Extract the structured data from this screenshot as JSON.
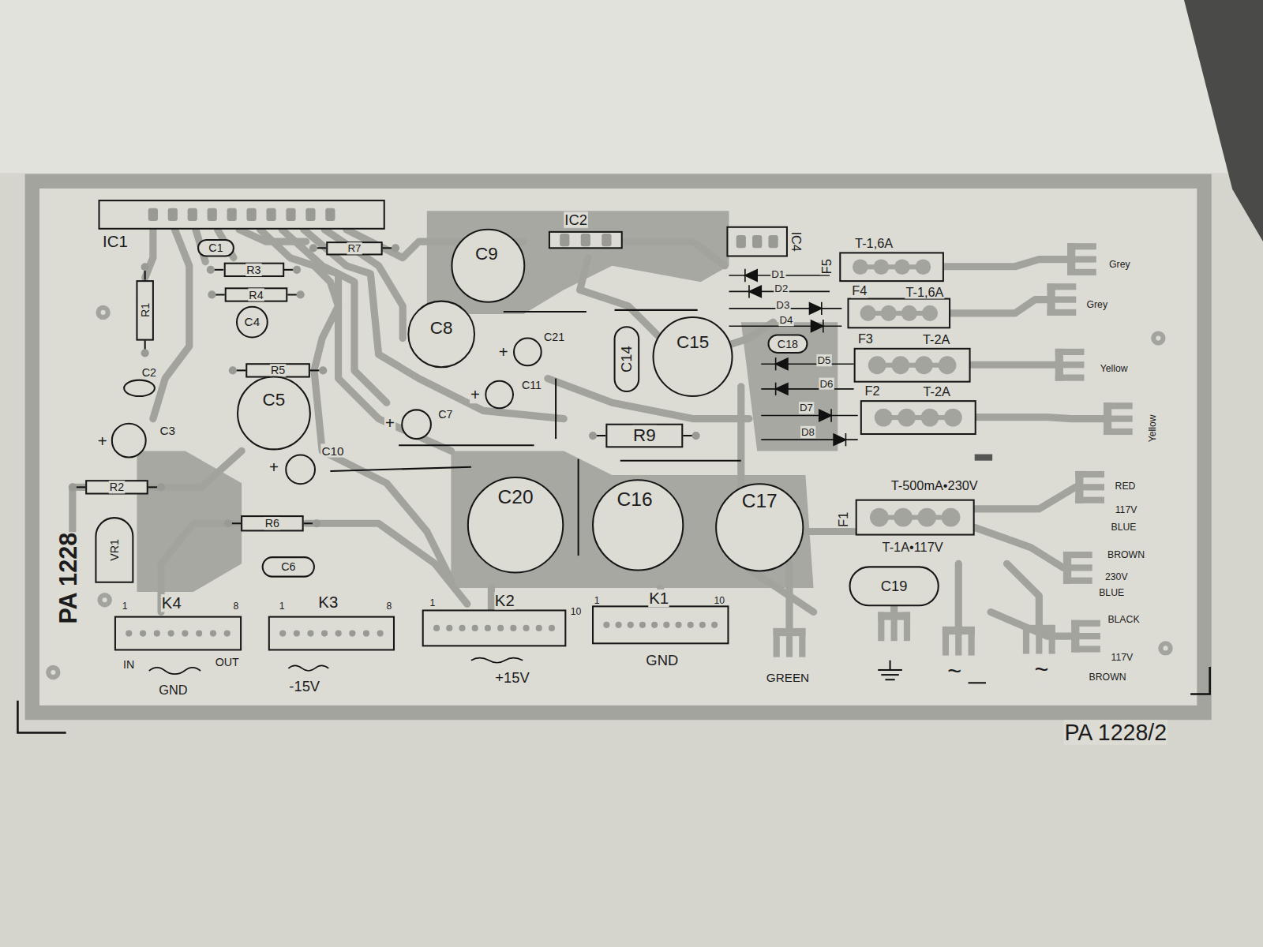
{
  "diagram": {
    "nodes": [
      {
        "text": [
          "IC1"
        ]
      },
      {
        "text": [
          "C1"
        ]
      },
      {
        "text": [
          "R7"
        ]
      },
      {
        "text": [
          "R3"
        ]
      },
      {
        "text": [
          "R4"
        ]
      },
      {
        "text": [
          "R1"
        ]
      },
      {
        "text": [
          "C4"
        ]
      },
      {
        "text": [
          "C2"
        ]
      },
      {
        "text": [
          "R5"
        ]
      },
      {
        "text": [
          "C5"
        ]
      },
      {
        "text": [
          "C3"
        ]
      },
      {
        "text": [
          "R2"
        ]
      },
      {
        "text": [
          "VR1"
        ]
      },
      {
        "text": [
          "R6"
        ]
      },
      {
        "text": [
          "C6"
        ]
      },
      {
        "text": [
          "C10"
        ]
      },
      {
        "text": [
          "C7"
        ]
      },
      {
        "text": [
          "C8"
        ]
      },
      {
        "text": [
          "C9"
        ]
      },
      {
        "text": [
          "IC2"
        ]
      },
      {
        "text": [
          "C21"
        ]
      },
      {
        "text": [
          "C11"
        ]
      },
      {
        "text": [
          "C14"
        ]
      },
      {
        "text": [
          "C15"
        ]
      },
      {
        "text": [
          "R9"
        ]
      },
      {
        "text": [
          "C20"
        ]
      },
      {
        "text": [
          "C16"
        ]
      },
      {
        "text": [
          "C17"
        ]
      },
      {
        "text": [
          "IC4"
        ]
      },
      {
        "text": [
          "C18"
        ]
      },
      {
        "text": [
          "C19"
        ]
      },
      {
        "text": [
          "F5",
          "T-1,6A"
        ]
      },
      {
        "text": [
          "F4",
          "T-1,6A"
        ]
      },
      {
        "text": [
          "F3",
          "T-2A"
        ]
      },
      {
        "text": [
          "F2",
          "T-2A"
        ]
      },
      {
        "text": [
          "T-500mA•230V",
          "F1",
          "T-1A•117V"
        ]
      },
      {
        "text": [
          "K4"
        ]
      },
      {
        "text": [
          "K3"
        ]
      },
      {
        "text": [
          "K2"
        ]
      },
      {
        "text": [
          "K1"
        ]
      }
    ],
    "labels": [
      "PA 1228",
      "1",
      "10",
      "+",
      "+",
      "+",
      "+",
      "+",
      "+",
      "+",
      "+",
      "+",
      "+",
      "+",
      "+",
      "D1",
      "D2",
      "D3",
      "D4",
      "D5",
      "D6",
      "D7",
      "D8",
      "Grey",
      "Grey",
      "Yellow",
      "Yellow",
      "RED",
      "117V",
      "BLUE",
      "BROWN",
      "230V",
      "BLUE",
      "1",
      "8",
      "1",
      "8",
      "1",
      "10",
      "1",
      "10",
      "BLACK",
      "IN",
      "OUT",
      "GND",
      "-15V",
      "+15V",
      "GND",
      "GREEN",
      "~",
      "~",
      "117V",
      "BROWN",
      "PA 1228/2"
    ]
  }
}
